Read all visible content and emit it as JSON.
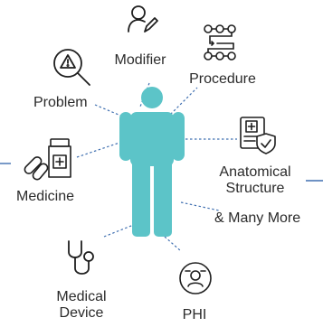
{
  "colors": {
    "figure": "#5cc4c8",
    "connector": "#3f6fb0",
    "icon_stroke": "#1f1f1f",
    "text": "#2b2b2b"
  },
  "center_figure": {
    "icon": "person-silhouette-icon"
  },
  "nodes": {
    "modifier": {
      "label": "Modifier",
      "icon": "user-edit-icon"
    },
    "procedure": {
      "label": "Procedure",
      "icon": "workflow-steps-icon"
    },
    "problem": {
      "label": "Problem",
      "icon": "warning-magnifier-icon"
    },
    "anatomical": {
      "label_line1": "Anatomical",
      "label_line2": "Structure",
      "icon": "medical-record-shield-icon"
    },
    "medicine": {
      "label": "Medicine",
      "icon": "pill-bottle-icon"
    },
    "many_more": {
      "label": "& Many More"
    },
    "device": {
      "label_line1": "Medical",
      "label_line2": "Device",
      "icon": "stethoscope-icon"
    },
    "phi": {
      "label": "PHI",
      "icon": "id-badge-icon"
    }
  }
}
